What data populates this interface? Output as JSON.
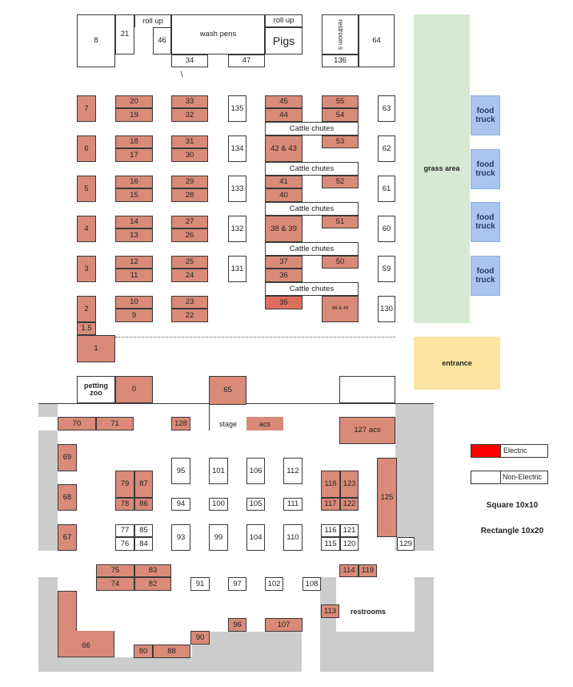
{
  "top": {
    "b8": "8",
    "b21": "21",
    "roll_up_1": "roll up",
    "b46": "46",
    "wash_pens": "wash pens",
    "b34": "34",
    "b47": "47",
    "roll_up_2": "roll up",
    "pigs": "Pigs",
    "restroom_vertical": "restroom s",
    "b136": "136",
    "b64": "64",
    "backslash": "\\"
  },
  "upper_grid": {
    "b7": "7",
    "b6": "6",
    "b5": "5",
    "b4": "4",
    "b3": "3",
    "b2": "2",
    "b1_5": "1.5",
    "b1": "1",
    "b20": "20",
    "b19": "19",
    "b18": "18",
    "b17": "17",
    "b16": "16",
    "b15": "15",
    "b14": "14",
    "b13": "13",
    "b12": "12",
    "b11": "11",
    "b10": "10",
    "b9": "9",
    "b33": "33",
    "b32": "32",
    "b31": "31",
    "b30": "30",
    "b29": "29",
    "b28": "28",
    "b27": "27",
    "b26": "26",
    "b25": "25",
    "b24": "24",
    "b23": "23",
    "b22": "22",
    "b135": "135",
    "b134": "134",
    "b133": "133",
    "b132": "132",
    "b131": "131",
    "b45": "45",
    "b44": "44",
    "b42_43": "42 & 43",
    "b41": "41",
    "b40": "40",
    "b38_39": "38 & 39",
    "b37": "37",
    "b36": "36",
    "b35": "35",
    "b55": "55",
    "b54": "54",
    "b53": "53",
    "b52": "52",
    "b51": "51",
    "b50": "50",
    "b48_49": "48 & 49",
    "b63": "63",
    "b62": "62",
    "b61": "61",
    "b60": "60",
    "b59": "59",
    "b130": "130",
    "cattle_chutes": "Cattle chutes"
  },
  "right_side": {
    "grass_area": "grass area",
    "food_truck": "food truck",
    "entrance": "entrance"
  },
  "lower": {
    "petting_zoo": "petting zoo",
    "b0": "0",
    "b65": "65",
    "b70": "70",
    "b71": "71",
    "b128": "128",
    "stage": "stage",
    "acs": "acs",
    "b127_acs": "127 acs",
    "b69": "69",
    "b68": "68",
    "b67": "67",
    "b66": "66",
    "b79": "79",
    "b87": "87",
    "b78": "78",
    "b86": "86",
    "b77": "77",
    "b85": "85",
    "b76": "76",
    "b84": "84",
    "b95": "95",
    "b94": "94",
    "b93": "93",
    "b101": "101",
    "b100": "100",
    "b99": "99",
    "b106": "106",
    "b105": "105",
    "b104": "104",
    "b112": "112",
    "b111": "111",
    "b110": "110",
    "b118": "118",
    "b123": "123",
    "b117": "117",
    "b122": "122",
    "b116": "116",
    "b121": "121",
    "b115": "115",
    "b120": "120",
    "b125": "125",
    "b129": "129",
    "b75": "75",
    "b83": "83",
    "b74": "74",
    "b82": "82",
    "b91": "91",
    "b97": "97",
    "b102": "102",
    "b108": "108",
    "b114": "114",
    "b119": "119",
    "b113": "113",
    "restrooms": "restrooms",
    "b96": "96",
    "b107": "107",
    "b90": "90",
    "b80": "80",
    "b88": "88"
  },
  "legend": {
    "electric": "Electric",
    "non_electric": "Non-Electric",
    "square": "Square 10x10",
    "rectangle": "Rectangle 10x20",
    "electric_color": "#ff0000",
    "non_electric_color": "#ffffff"
  },
  "colors": {
    "electric_booth": "#d98a78",
    "grass": "#d6e9d2",
    "food_truck": "#a9c5ef",
    "entrance": "#fde3a0",
    "walkway": "#cccccc"
  }
}
